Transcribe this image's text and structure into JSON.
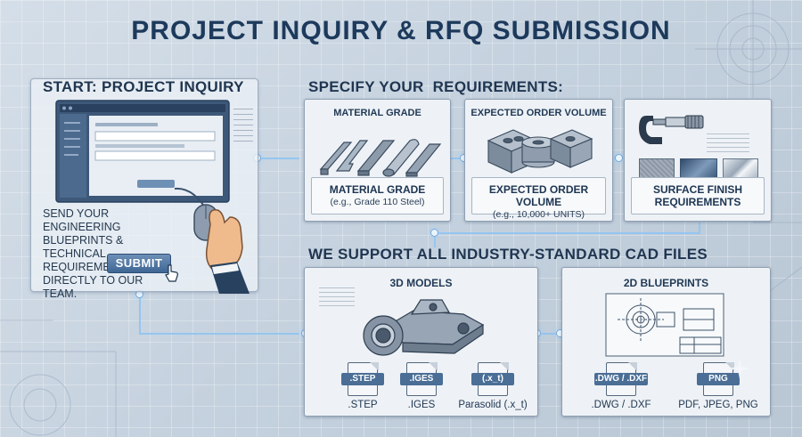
{
  "title": "PROJECT INQUIRY & RFQ SUBMISSION",
  "start": {
    "heading": "START: PROJECT INQUIRY",
    "description": "SEND YOUR ENGINEERING BLUEPRINTS & TECHNICAL REQUIREMENTS DIRECTLY TO OUR TEAM.",
    "submit_label": "SUBMIT"
  },
  "requirements": {
    "heading": "SPECIFY YOUR  REQUIREMENTS:",
    "cards": [
      {
        "header": "MATERIAL GRADE",
        "label": "MATERIAL GRADE",
        "sublabel": "(e.g., Grade 110 Steel)",
        "icon": "steel-bars-icon"
      },
      {
        "header": "EXPECTED ORDER VOLUME",
        "label": "EXPECTED ORDER VOLUME",
        "sublabel": "(e.g., 10,000+ UNITS)",
        "icon": "stacked-parts-icon"
      },
      {
        "header": "",
        "label": "SURFACE FINISH",
        "sublabel": "REQUIREMENTS",
        "icon": "micrometer-icon"
      }
    ]
  },
  "cad": {
    "heading": "WE SUPPORT ALL INDUSTRY-STANDARD CAD FILES",
    "models": {
      "header": "3D MODELS",
      "files": [
        {
          "tag": ".STEP",
          "caption": ".STEP"
        },
        {
          "tag": ".IGES",
          "caption": ".IGES"
        },
        {
          "tag": "(.x_t)",
          "caption": "Parasolid (.x_t)"
        }
      ]
    },
    "blueprints": {
      "header": "2D BLUEPRINTS",
      "files": [
        {
          "tag": ".DWG / .DXF",
          "caption": ".DWG / .DXF"
        },
        {
          "tag": "PNG",
          "caption": "PDF, JPEG, PNG"
        }
      ]
    }
  },
  "colors": {
    "accent": "#4a6e96",
    "title": "#1d3a5c",
    "connector": "#9fd0ff"
  }
}
